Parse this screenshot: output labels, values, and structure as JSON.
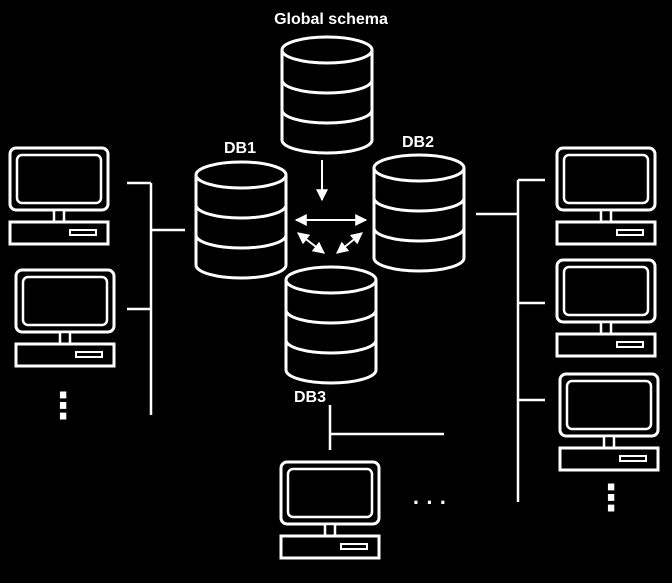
{
  "diagram": {
    "title": "Global schema",
    "databases": {
      "db1": {
        "label": "DB1"
      },
      "db2": {
        "label": "DB2"
      },
      "db3": {
        "label": "DB3"
      }
    },
    "ellipses": {
      "left": "⋮",
      "right": "⋮",
      "bottom": "· · ·"
    }
  },
  "colors": {
    "background": "#000000",
    "stroke": "#ffffff"
  },
  "icons": {
    "database": "database-icon",
    "computer": "computer-terminal-icon"
  }
}
